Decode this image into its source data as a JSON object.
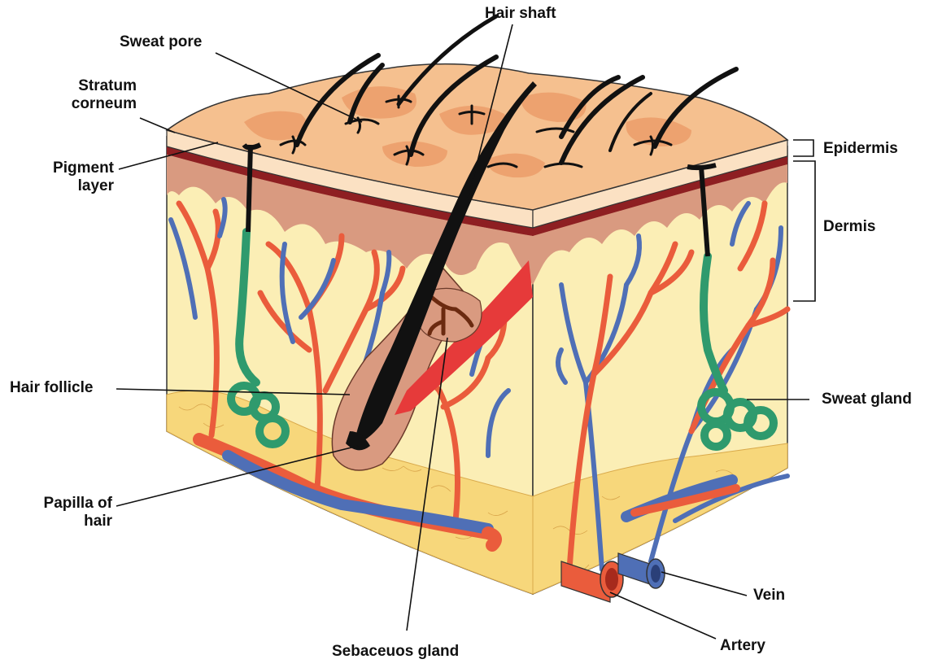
{
  "labels": {
    "hair_shaft": "Hair shaft",
    "sweat_pore": "Sweat pore",
    "stratum_corneum_1": "Stratum",
    "stratum_corneum_2": "corneum",
    "pigment_layer_1": "Pigment",
    "pigment_layer_2": "layer",
    "epidermis": "Epidermis",
    "dermis": "Dermis",
    "hair_follicle": "Hair follicle",
    "sweat_gland": "Sweat gland",
    "papilla_1": "Papilla of",
    "papilla_2": "hair",
    "vein": "Vein",
    "artery": "Artery",
    "sebaceous_gland": "Sebaceuos gland"
  },
  "colors": {
    "surface": "#f5c08f",
    "surface_patch": "#eda26f",
    "epidermis_band": "#fbe1c3",
    "pigment": "#8e1f22",
    "dermis_top": "#d99a80",
    "dermis": "#fbeeb5",
    "fat": "#f7d77b",
    "artery": "#ea5c3c",
    "vein": "#4f6fb6",
    "sweat_gland": "#2f9a6d",
    "hair": "#111111",
    "sebaceous": "#6b2a10",
    "muscle": "#e63a3a"
  }
}
